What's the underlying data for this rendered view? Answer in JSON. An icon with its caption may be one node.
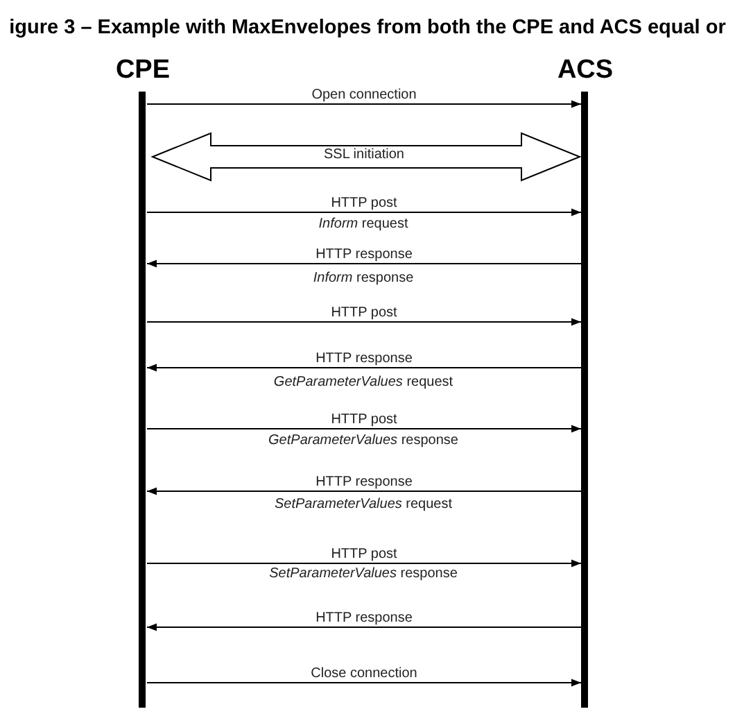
{
  "diagram": {
    "title": "igure 3 – Example with MaxEnvelopes from both the CPE and ACS equal or",
    "nodes": [
      {
        "text": [
          "CPE"
        ]
      },
      {
        "text": [
          "ACS"
        ]
      }
    ],
    "edges": [
      {
        "from": 0,
        "to": 1,
        "arrow": "to",
        "label": "Open connection"
      },
      {
        "from": 0,
        "to": 1,
        "arrow": "both",
        "label": "SSL initiation",
        "style": "thick"
      },
      {
        "from": 0,
        "to": 1,
        "arrow": "to",
        "label": "HTTP post"
      },
      {
        "from": 1,
        "to": 0,
        "arrow": "to",
        "label": "HTTP response"
      },
      {
        "from": 0,
        "to": 1,
        "arrow": "to",
        "label": "HTTP post"
      },
      {
        "from": 1,
        "to": 0,
        "arrow": "to",
        "label": "HTTP response"
      },
      {
        "from": 0,
        "to": 1,
        "arrow": "to",
        "label": "HTTP post"
      },
      {
        "from": 1,
        "to": 0,
        "arrow": "to",
        "label": "HTTP response"
      },
      {
        "from": 0,
        "to": 1,
        "arrow": "to",
        "label": "HTTP post"
      },
      {
        "from": 1,
        "to": 0,
        "arrow": "to",
        "label": "HTTP response"
      },
      {
        "from": 0,
        "to": 1,
        "arrow": "to",
        "label": "Close connection"
      }
    ],
    "labels": [
      "*Inform* request",
      "*Inform* response",
      "*GetParameterValues* request",
      "*GetParameterValues* response",
      "*SetParameterValues* request",
      "*SetParameterValues* response"
    ]
  }
}
